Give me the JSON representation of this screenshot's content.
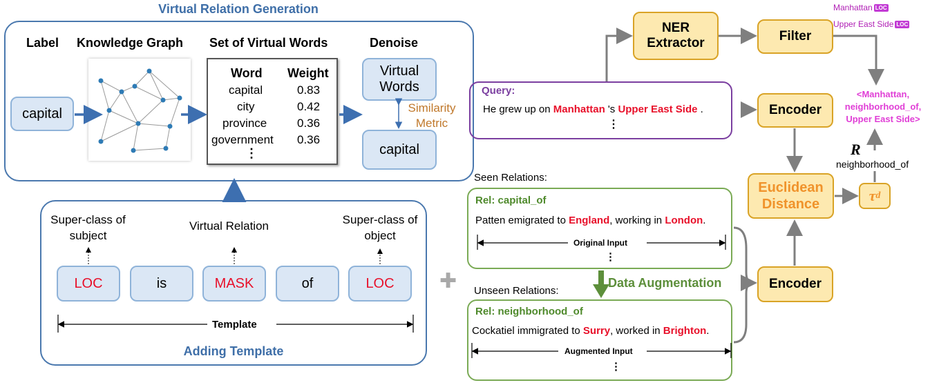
{
  "vrg": {
    "title": "Virtual Relation Generation",
    "col_label": "Label",
    "col_kg": "Knowledge Graph",
    "col_vw": "Set of Virtual Words",
    "col_denoise": "Denoise",
    "label_value": "capital",
    "table_header_word": "Word",
    "table_header_weight": "Weight",
    "words": [
      {
        "word": "capital",
        "weight": "0.83"
      },
      {
        "word": "city",
        "weight": "0.42"
      },
      {
        "word": "province",
        "weight": "0.36"
      },
      {
        "word": "government",
        "weight": "0.36"
      }
    ],
    "ellipsis": "⋮",
    "virtual_words": "Virtual Words",
    "similarity": "Similarity Metric",
    "denoise_capital": "capital"
  },
  "template": {
    "title": "Adding Template",
    "superclass_subject": "Super-class of subject",
    "virtual_relation": "Virtual Relation",
    "superclass_object": "Super-class of object",
    "tokens": [
      "LOC",
      "is",
      "MASK",
      "of",
      "LOC"
    ],
    "template_label": "Template"
  },
  "plus": "✚",
  "query": {
    "label": "Query:",
    "pre": "He grew up on ",
    "ent1": "Manhattan",
    "mid": " 's ",
    "ent2": "Upper East Side",
    "post": " .",
    "ellipsis": "⋮"
  },
  "ner": {
    "label": "NER Extractor"
  },
  "filter": {
    "label": "Filter"
  },
  "tags": [
    {
      "text": "Manhattan",
      "chip": "LOC"
    },
    {
      "text": "Upper East Side",
      "chip": "LOC"
    }
  ],
  "encoder_top": "Encoder",
  "encoder_bottom": "Encoder",
  "triple": "<Manhattan, neighborhood_of, Upper East Side>",
  "r_symbol": "R",
  "r_value": "neighborhood_of",
  "euclid": "Euclidean Distance",
  "tau": "τ",
  "tau_sub": "d",
  "seen": {
    "heading": "Seen Relations:",
    "rel": "Rel: capital_of",
    "pre": "Patten emigrated to ",
    "ent1": "England",
    "mid": ", working in ",
    "ent2": "London",
    "post": ".",
    "input_label": "Original Input",
    "ellipsis": "⋮"
  },
  "augment": "Data Augmentation",
  "unseen": {
    "heading": "Unseen Relations:",
    "rel": "Rel: neighborhood_of",
    "pre": "Cockatiel immigrated to ",
    "ent1": "Surry",
    "mid": ", worked in ",
    "ent2": "Brighton",
    "post": ".",
    "input_label": "Augmented Input",
    "ellipsis": "⋮"
  },
  "colors": {
    "blue_border": "#4a78ae",
    "light_blue": "#dbe7f5",
    "yellow": "#fde9b0",
    "orange_text": "#f0932b",
    "green": "#5d8f3b",
    "red": "#e8102a",
    "purple": "#7b3fa0",
    "magenta": "#e03ed6"
  }
}
